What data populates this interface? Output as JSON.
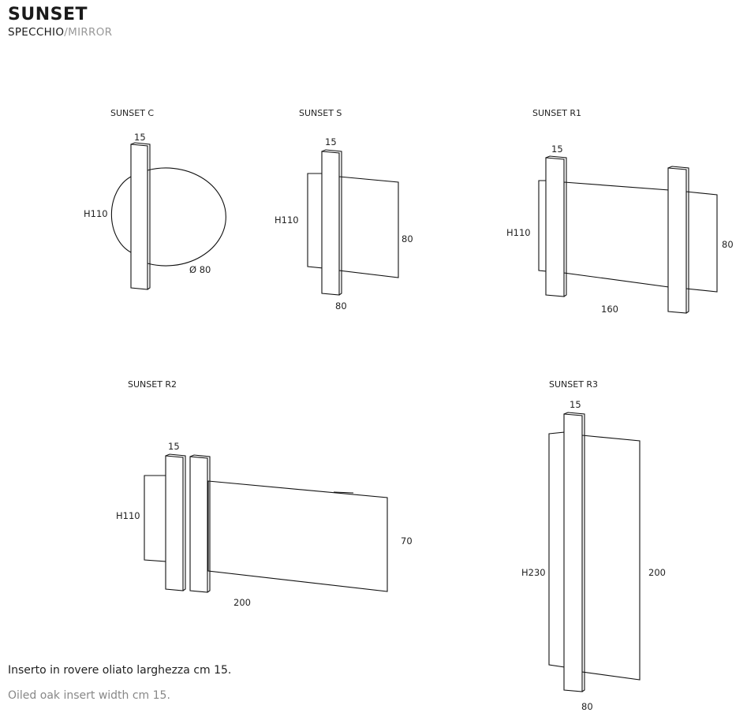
{
  "header": {
    "title": "SUNSET",
    "subtitle_it": "SPECCHIO",
    "subtitle_sep": "/",
    "subtitle_en": "MIRROR"
  },
  "models": {
    "c": {
      "name": "SUNSET C",
      "width_insert": "15",
      "height": "H110",
      "diameter": "Ø 80"
    },
    "s": {
      "name": "SUNSET S",
      "width_insert": "15",
      "height": "H110",
      "mirror_height": "80",
      "mirror_width": "80"
    },
    "r1": {
      "name": "SUNSET R1",
      "width_insert": "15",
      "height": "H110",
      "mirror_height": "80",
      "mirror_width": "160"
    },
    "r2": {
      "name": "SUNSET R2",
      "width_insert": "15",
      "height": "H110",
      "mirror_height": "70",
      "mirror_width": "200"
    },
    "r3": {
      "name": "SUNSET R3",
      "width_insert": "15",
      "height": "H230",
      "mirror_height": "200",
      "mirror_width": "80"
    }
  },
  "footer": {
    "note_it": "Inserto in rovere oliato larghezza cm 15.",
    "note_en": "Oiled oak insert width cm 15."
  }
}
